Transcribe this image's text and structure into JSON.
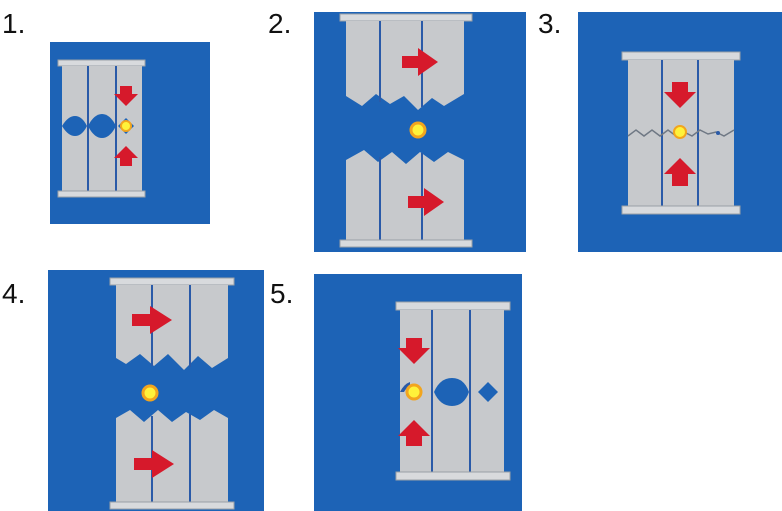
{
  "labels": [
    "1.",
    "2.",
    "3.",
    "4.",
    "5."
  ],
  "colors": {
    "background": "#1d63b6",
    "wall": "#c7c9cc",
    "wall_edge": "#9aa0a6",
    "divider": "#2a5aa8",
    "arrow": "#d6192b",
    "impurity_fill": "#fff23a",
    "impurity_ring": "#f2a51e"
  },
  "icons": [
    "red-arrow-down-icon",
    "red-arrow-up-icon",
    "red-arrow-right-icon",
    "yellow-impurity-dot-icon"
  ]
}
